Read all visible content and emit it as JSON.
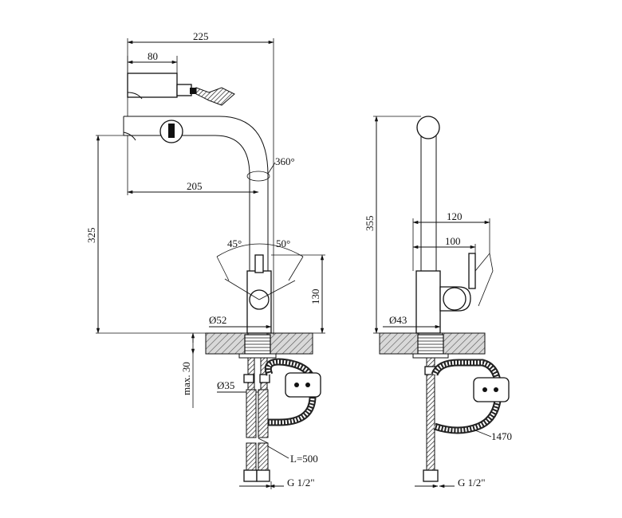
{
  "front_view": {
    "dims": {
      "overall_reach": "225",
      "sprayer_length": "80",
      "spout_reach": "205",
      "total_height": "325",
      "handle_height": "130",
      "swivel": "360°",
      "angle_left": "45°",
      "angle_right": "50°",
      "body_diameter": "Ø52",
      "hole_diameter": "Ø35",
      "countertop_thickness": "max. 30",
      "hose_length": "L=500",
      "thread": "G 1/2\""
    }
  },
  "side_view": {
    "dims": {
      "total_height": "355",
      "depth_outer": "120",
      "depth_inner": "100",
      "body_diameter": "Ø43",
      "pullout_hose": "1470",
      "thread": "G 1/2\""
    }
  },
  "colors": {
    "line": "#111111",
    "hatch": "#555555",
    "countertop": "#d9d9d9"
  }
}
